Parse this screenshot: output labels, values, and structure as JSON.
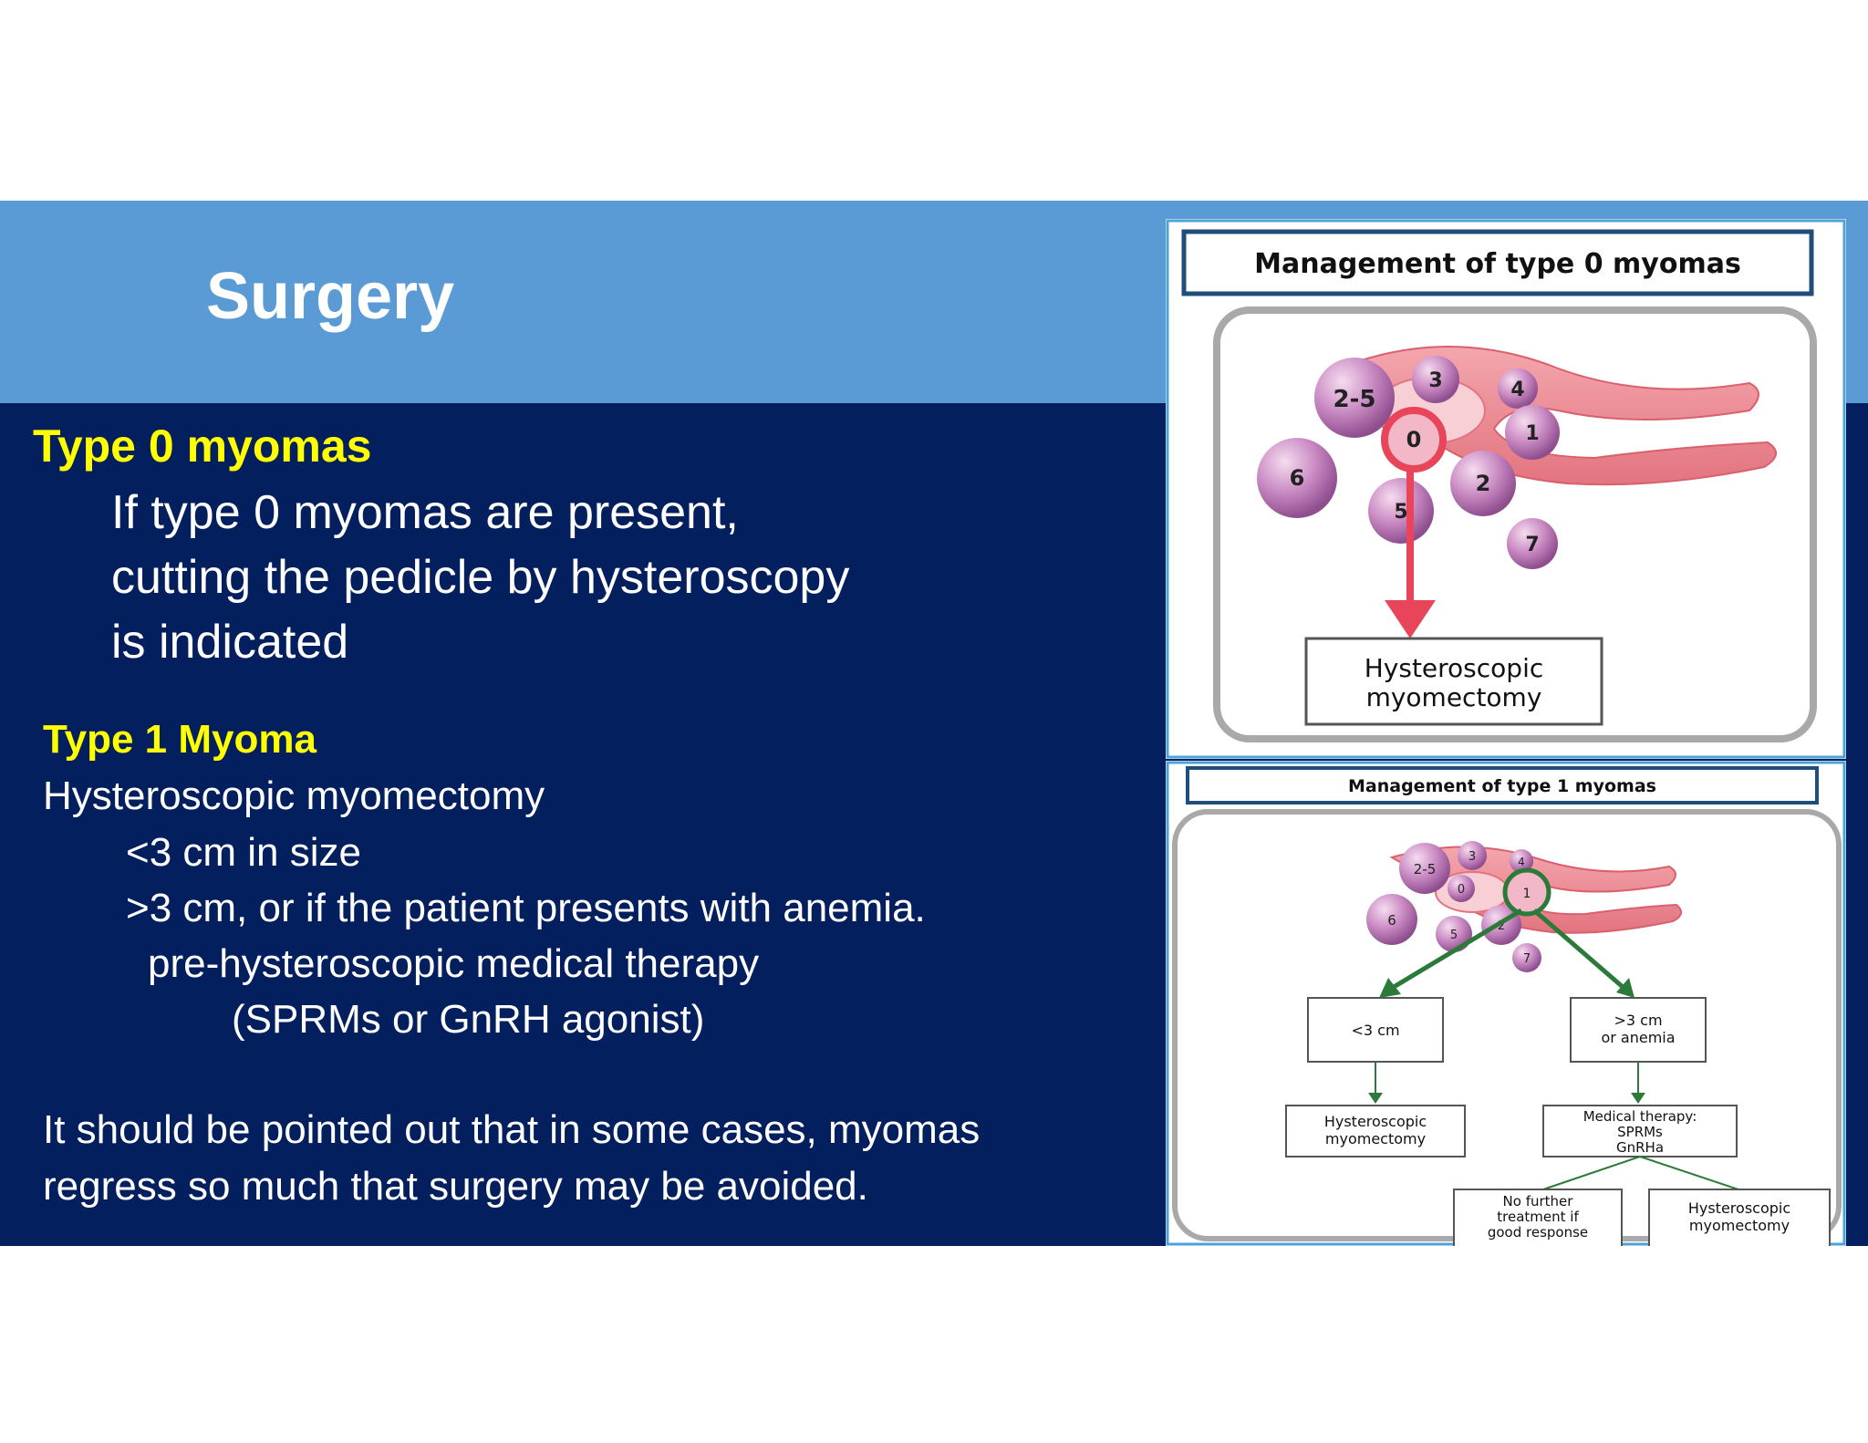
{
  "slide": {
    "title": "Surgery",
    "type0": {
      "heading": "Type 0 myomas",
      "lines": [
        "If type 0 myomas are present,",
        "cutting the pedicle by  hysteroscopy",
        "is indicated"
      ]
    },
    "type1": {
      "heading": "Type 1 Myoma",
      "line1": "Hysteroscopic myomectomy",
      "line2": "<3 cm in size",
      "line3": ">3 cm, or if the patient presents with anemia.",
      "line4": "pre-hysteroscopic medical therapy",
      "line5": "(SPRMs or GnRH agonist)"
    },
    "note": {
      "line1": "It should be pointed out that in some cases, myomas",
      "line2": "regress so much that surgery may be avoided."
    }
  },
  "figure0": {
    "title": "Management of type 0 myomas",
    "myoma_labels": [
      "2-5",
      "3",
      "4",
      "1",
      "0",
      "6",
      "2",
      "5",
      "7"
    ],
    "outcome_line1": "Hysteroscopic",
    "outcome_line2": "myomectomy",
    "highlight_color": "#e8455a"
  },
  "figure1": {
    "title": "Management of type 1 myomas",
    "myoma_labels": [
      "2-5",
      "3",
      "4",
      "0",
      "1",
      "6",
      "5",
      "2",
      "7"
    ],
    "branch_small": "<3 cm",
    "branch_large_line1": ">3 cm",
    "branch_large_line2": "or anemia",
    "small_outcome_line1": "Hysteroscopic",
    "small_outcome_line2": "myomectomy",
    "medical_line1": "Medical therapy:",
    "medical_line2": "SPRMs",
    "medical_line3": "GnRHa",
    "no_further_line1": "No further",
    "no_further_line2": "treatment if",
    "no_further_line3": "good response",
    "final_line1": "Hysteroscopic",
    "final_line2": "myomectomy",
    "highlight_color": "#2a7a3a"
  }
}
